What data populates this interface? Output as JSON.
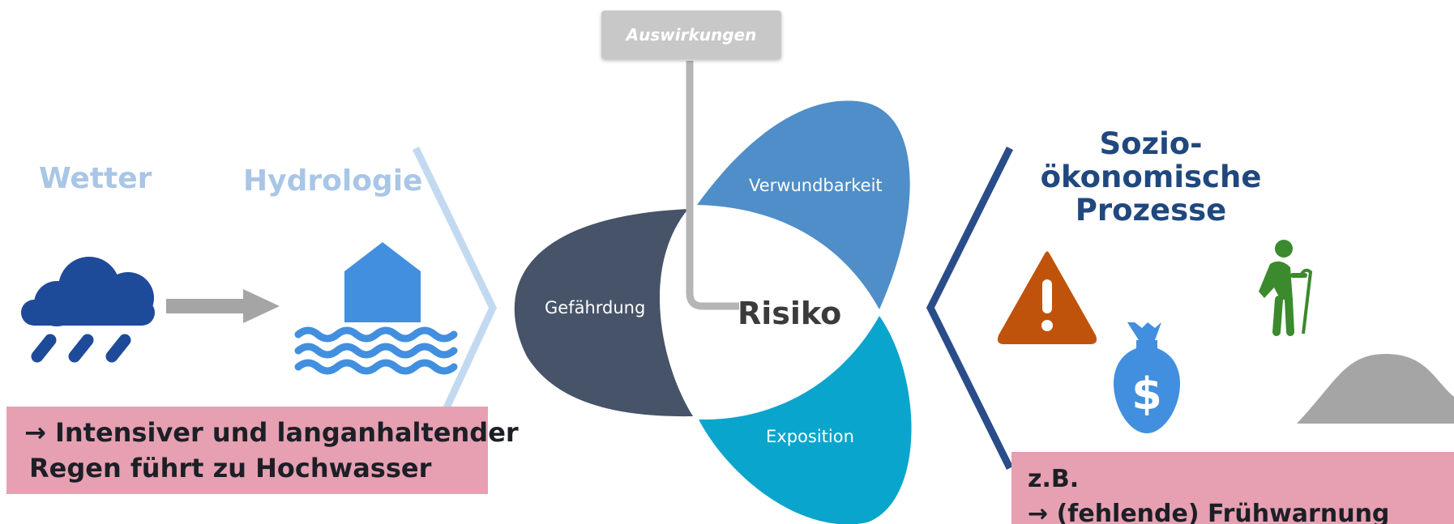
{
  "left": {
    "weather_label": "Wetter",
    "hydrology_label": "Hydrologie",
    "box_line1": "→ Intensiver und langanhaltender",
    "box_line2": "Regen führt zu Hochwasser"
  },
  "center": {
    "top_box_label": "Auswirkungen",
    "hazard_label": "Gefährdung",
    "vulnerability_label": "Verwundbarkeit",
    "exposure_label": "Exposition",
    "risk_label": "Risiko"
  },
  "right": {
    "title_line1": "Sozio-",
    "title_line2": "ökonomische",
    "title_line3": "Prozesse",
    "box_line1": "z.B.",
    "box_line2": "→ (fehlende) Frühwarnung"
  },
  "colors": {
    "hazard": "#465368",
    "vulnerability": "#4f8ec8",
    "exposure": "#0aa5cc",
    "cloud": "#1e4a9a",
    "house_water": "#428fdf",
    "arrow": "#a5a5a5",
    "warning": "#c0530c",
    "moneybag": "#428fdf",
    "elderly": "#3b8a2d",
    "hill": "#a5a5a5",
    "pink_box": "#e6a0b2",
    "left_chevron": "#c2daf0",
    "right_chevron": "#2a4d8a"
  },
  "icons": {
    "weather": "rain-cloud-icon",
    "arrow": "right-arrow-icon",
    "flood": "flooded-house-icon",
    "warning": "warning-triangle-icon",
    "money": "money-bag-icon",
    "person": "elderly-person-icon",
    "terrain": "hill-icon"
  }
}
